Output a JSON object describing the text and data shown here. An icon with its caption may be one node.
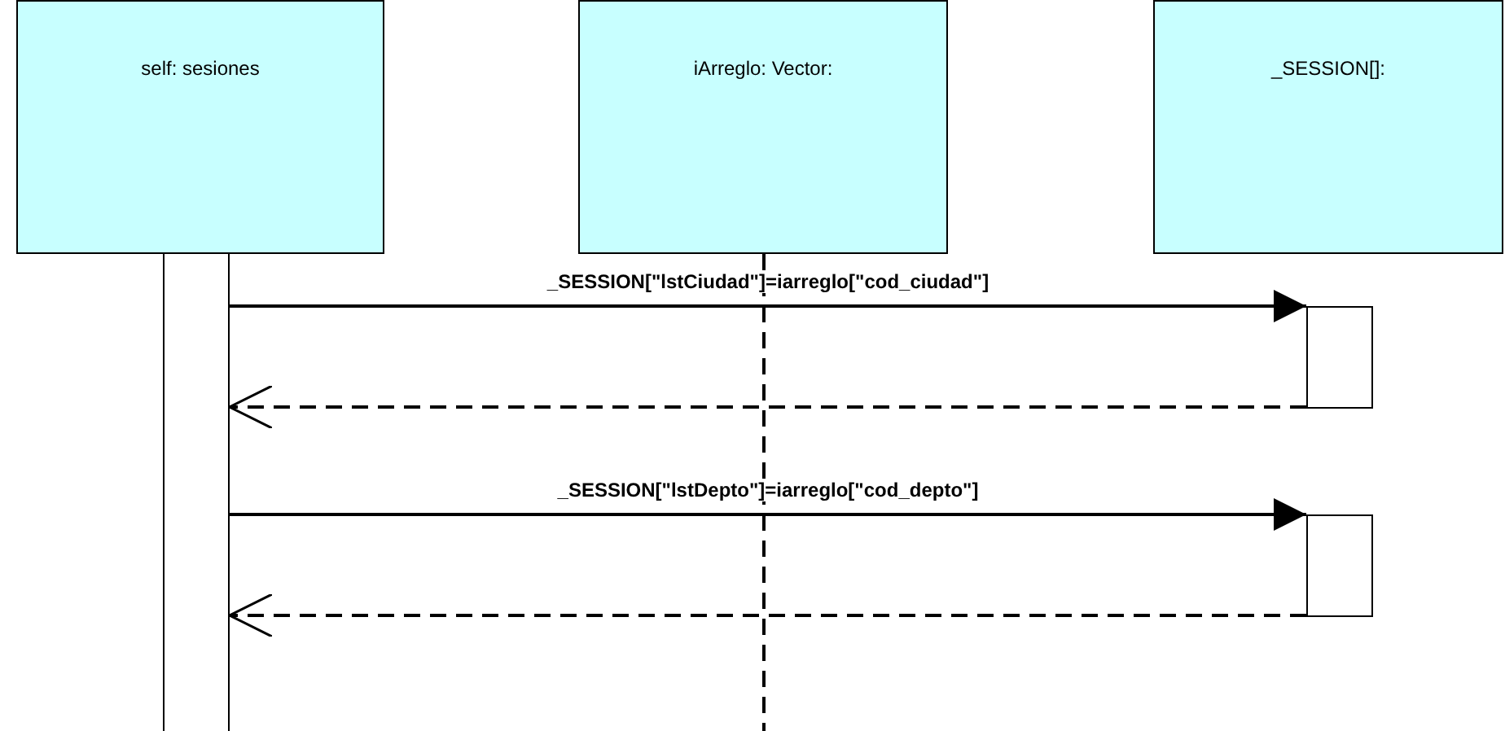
{
  "diagram": {
    "nodes": [
      {
        "text": [
          "self: sesiones"
        ]
      },
      {
        "text": [
          "iArreglo: Vector:"
        ]
      },
      {
        "text": [
          "_SESSION[]:"
        ]
      },
      {
        "text": [],
        "shape": "bar"
      },
      {
        "text": [],
        "shape": "bar"
      },
      {
        "text": [],
        "shape": "bar"
      }
    ],
    "edges": [
      {
        "from": 3,
        "to": 4,
        "arrow": "to",
        "label": "_SESSION[\"lstCiudad\"]=iarreglo[\"cod_ciudad\"]"
      },
      {
        "from": 4,
        "to": 3,
        "arrow": "to",
        "style": "dashed"
      },
      {
        "from": 3,
        "to": 5,
        "arrow": "to",
        "label": "_SESSION[\"lstDepto\"]=iarreglo[\"cod_depto\"]"
      },
      {
        "from": 5,
        "to": 3,
        "arrow": "to",
        "style": "dashed"
      }
    ]
  }
}
